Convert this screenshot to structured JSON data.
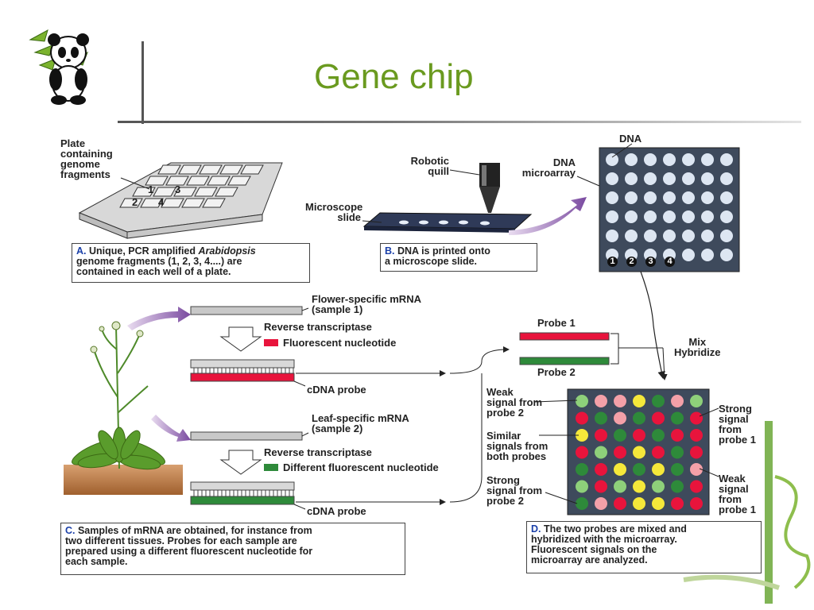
{
  "slide": {
    "title": "Gene chip"
  },
  "colors": {
    "title": "#6a9a1f",
    "probe_red": "#e8143c",
    "probe_green": "#2e8a3a",
    "array_bg": "#3e4a5c",
    "array_spot": "#dde6f2",
    "caption_letter": "#1a3fa8",
    "arrow_purple": "#8a5aa8"
  },
  "icons": {
    "logo": "panda-bamboo-icon",
    "plant": "arabidopsis-plant-icon"
  },
  "panel_a": {
    "plate_label": "Plate\ncontaining\ngenome\nfragments",
    "well_numbers": [
      "1",
      "3",
      "2",
      "4"
    ],
    "caption_letter": "A.",
    "caption_pre": " Unique, PCR amplified ",
    "caption_italic": "Arabidopsis",
    "caption_post": "genome fragments (1, 2, 3, 4....) are\ncontained in each well of a plate."
  },
  "panel_b": {
    "quill_label": "Robotic\nquill",
    "slide_label": "Microscope\nslide",
    "caption_letter": "B.",
    "caption_text": " DNA is printed onto\na microscope slide."
  },
  "microarray": {
    "dna_label": "DNA",
    "array_label": "DNA\nmicroarray",
    "spot_numbers": [
      "1",
      "2",
      "3",
      "4"
    ]
  },
  "panel_c": {
    "flower_mrna": "Flower-specific mRNA\n(sample 1)",
    "rt1": "Reverse transcriptase",
    "fluor1": "Fluorescent nucleotide",
    "cdna1": "cDNA probe",
    "leaf_mrna": "Leaf-specific mRNA\n(sample 2)",
    "rt2": "Reverse transcriptase",
    "fluor2": "Different fluorescent nucleotide",
    "cdna2": "cDNA probe",
    "caption_letter": "C.",
    "caption_text": " Samples of mRNA are obtained, for instance from\ntwo different tissues. Probes for each sample are\nprepared using a different fluorescent nucleotide for\neach sample."
  },
  "panel_d": {
    "probe1": "Probe 1",
    "probe2": "Probe 2",
    "mix": "Mix\nHybridize",
    "weak2": "Weak\nsignal from\nprobe 2",
    "similar": "Similar\nsignals from\nboth probes",
    "strong2": "Strong\nsignal from\nprobe 2",
    "strong1": "Strong\nsignal\nfrom\nprobe 1",
    "weak1": "Weak\nsignal\nfrom\nprobe 1",
    "caption_letter": "D.",
    "caption_text": " The two probes are mixed and\nhybridized with the microarray.\nFluorescent signals on the\nmicroarray are analyzed.",
    "grid_colors": [
      [
        "pg",
        "pr",
        "pr",
        "y",
        "g",
        "pr",
        "pg"
      ],
      [
        "r",
        "g",
        "pr",
        "g",
        "r",
        "g",
        "r"
      ],
      [
        "y",
        "r",
        "g",
        "r",
        "g",
        "r",
        "r"
      ],
      [
        "r",
        "pg",
        "r",
        "y",
        "r",
        "g",
        "r"
      ],
      [
        "g",
        "r",
        "y",
        "g",
        "y",
        "g",
        "pr"
      ],
      [
        "pg",
        "r",
        "pg",
        "y",
        "pg",
        "g",
        "r"
      ],
      [
        "g",
        "pr",
        "r",
        "y",
        "y",
        "r",
        "r"
      ]
    ]
  }
}
